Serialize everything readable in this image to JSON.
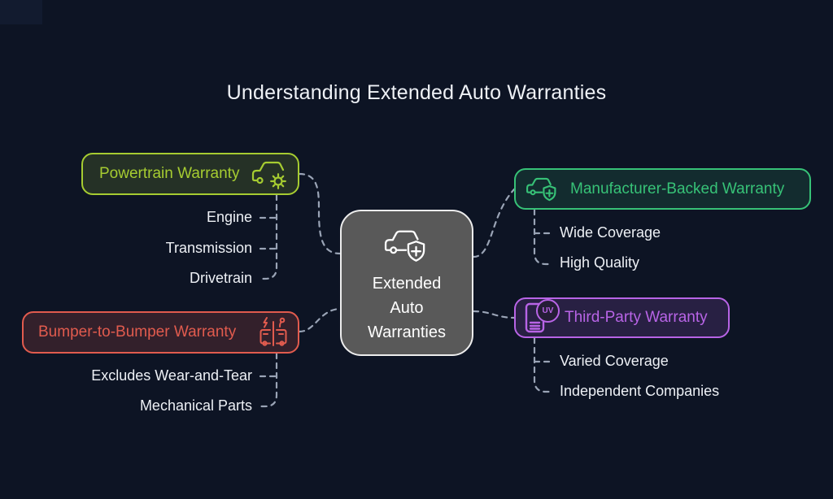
{
  "title": "Understanding Extended Auto Warranties",
  "center": {
    "label": "Extended\nAuto\nWarranties",
    "icon": "car-shield-plus-icon"
  },
  "branches": {
    "powertrain": {
      "label": "Powertrain Warranty",
      "icon": "car-gear-icon",
      "accent_color": "#a6cc31",
      "children": [
        "Engine",
        "Transmission",
        "Drivetrain"
      ]
    },
    "bumper": {
      "label": "Bumper-to-Bumper Warranty",
      "icon": "hybrid-car-icon",
      "accent_color": "#e15b4e",
      "children": [
        "Excludes Wear-and-Tear",
        "Mechanical Parts"
      ]
    },
    "manufacturer": {
      "label": "Manufacturer-Backed Warranty",
      "icon": "car-shield-plus-icon",
      "accent_color": "#37c277",
      "children": [
        "Wide Coverage",
        "High Quality"
      ]
    },
    "third_party": {
      "label": "Third-Party Warranty",
      "icon": "uv-certificate-icon",
      "accent_color": "#b864e6",
      "uv_badge_text": "UV",
      "children": [
        "Varied Coverage",
        "Independent Companies"
      ]
    }
  },
  "style": {
    "background_color": "#0d1424",
    "center_fill": "#595959",
    "connector_color": "#9aa4b6",
    "text_color": "#edf0f5"
  }
}
